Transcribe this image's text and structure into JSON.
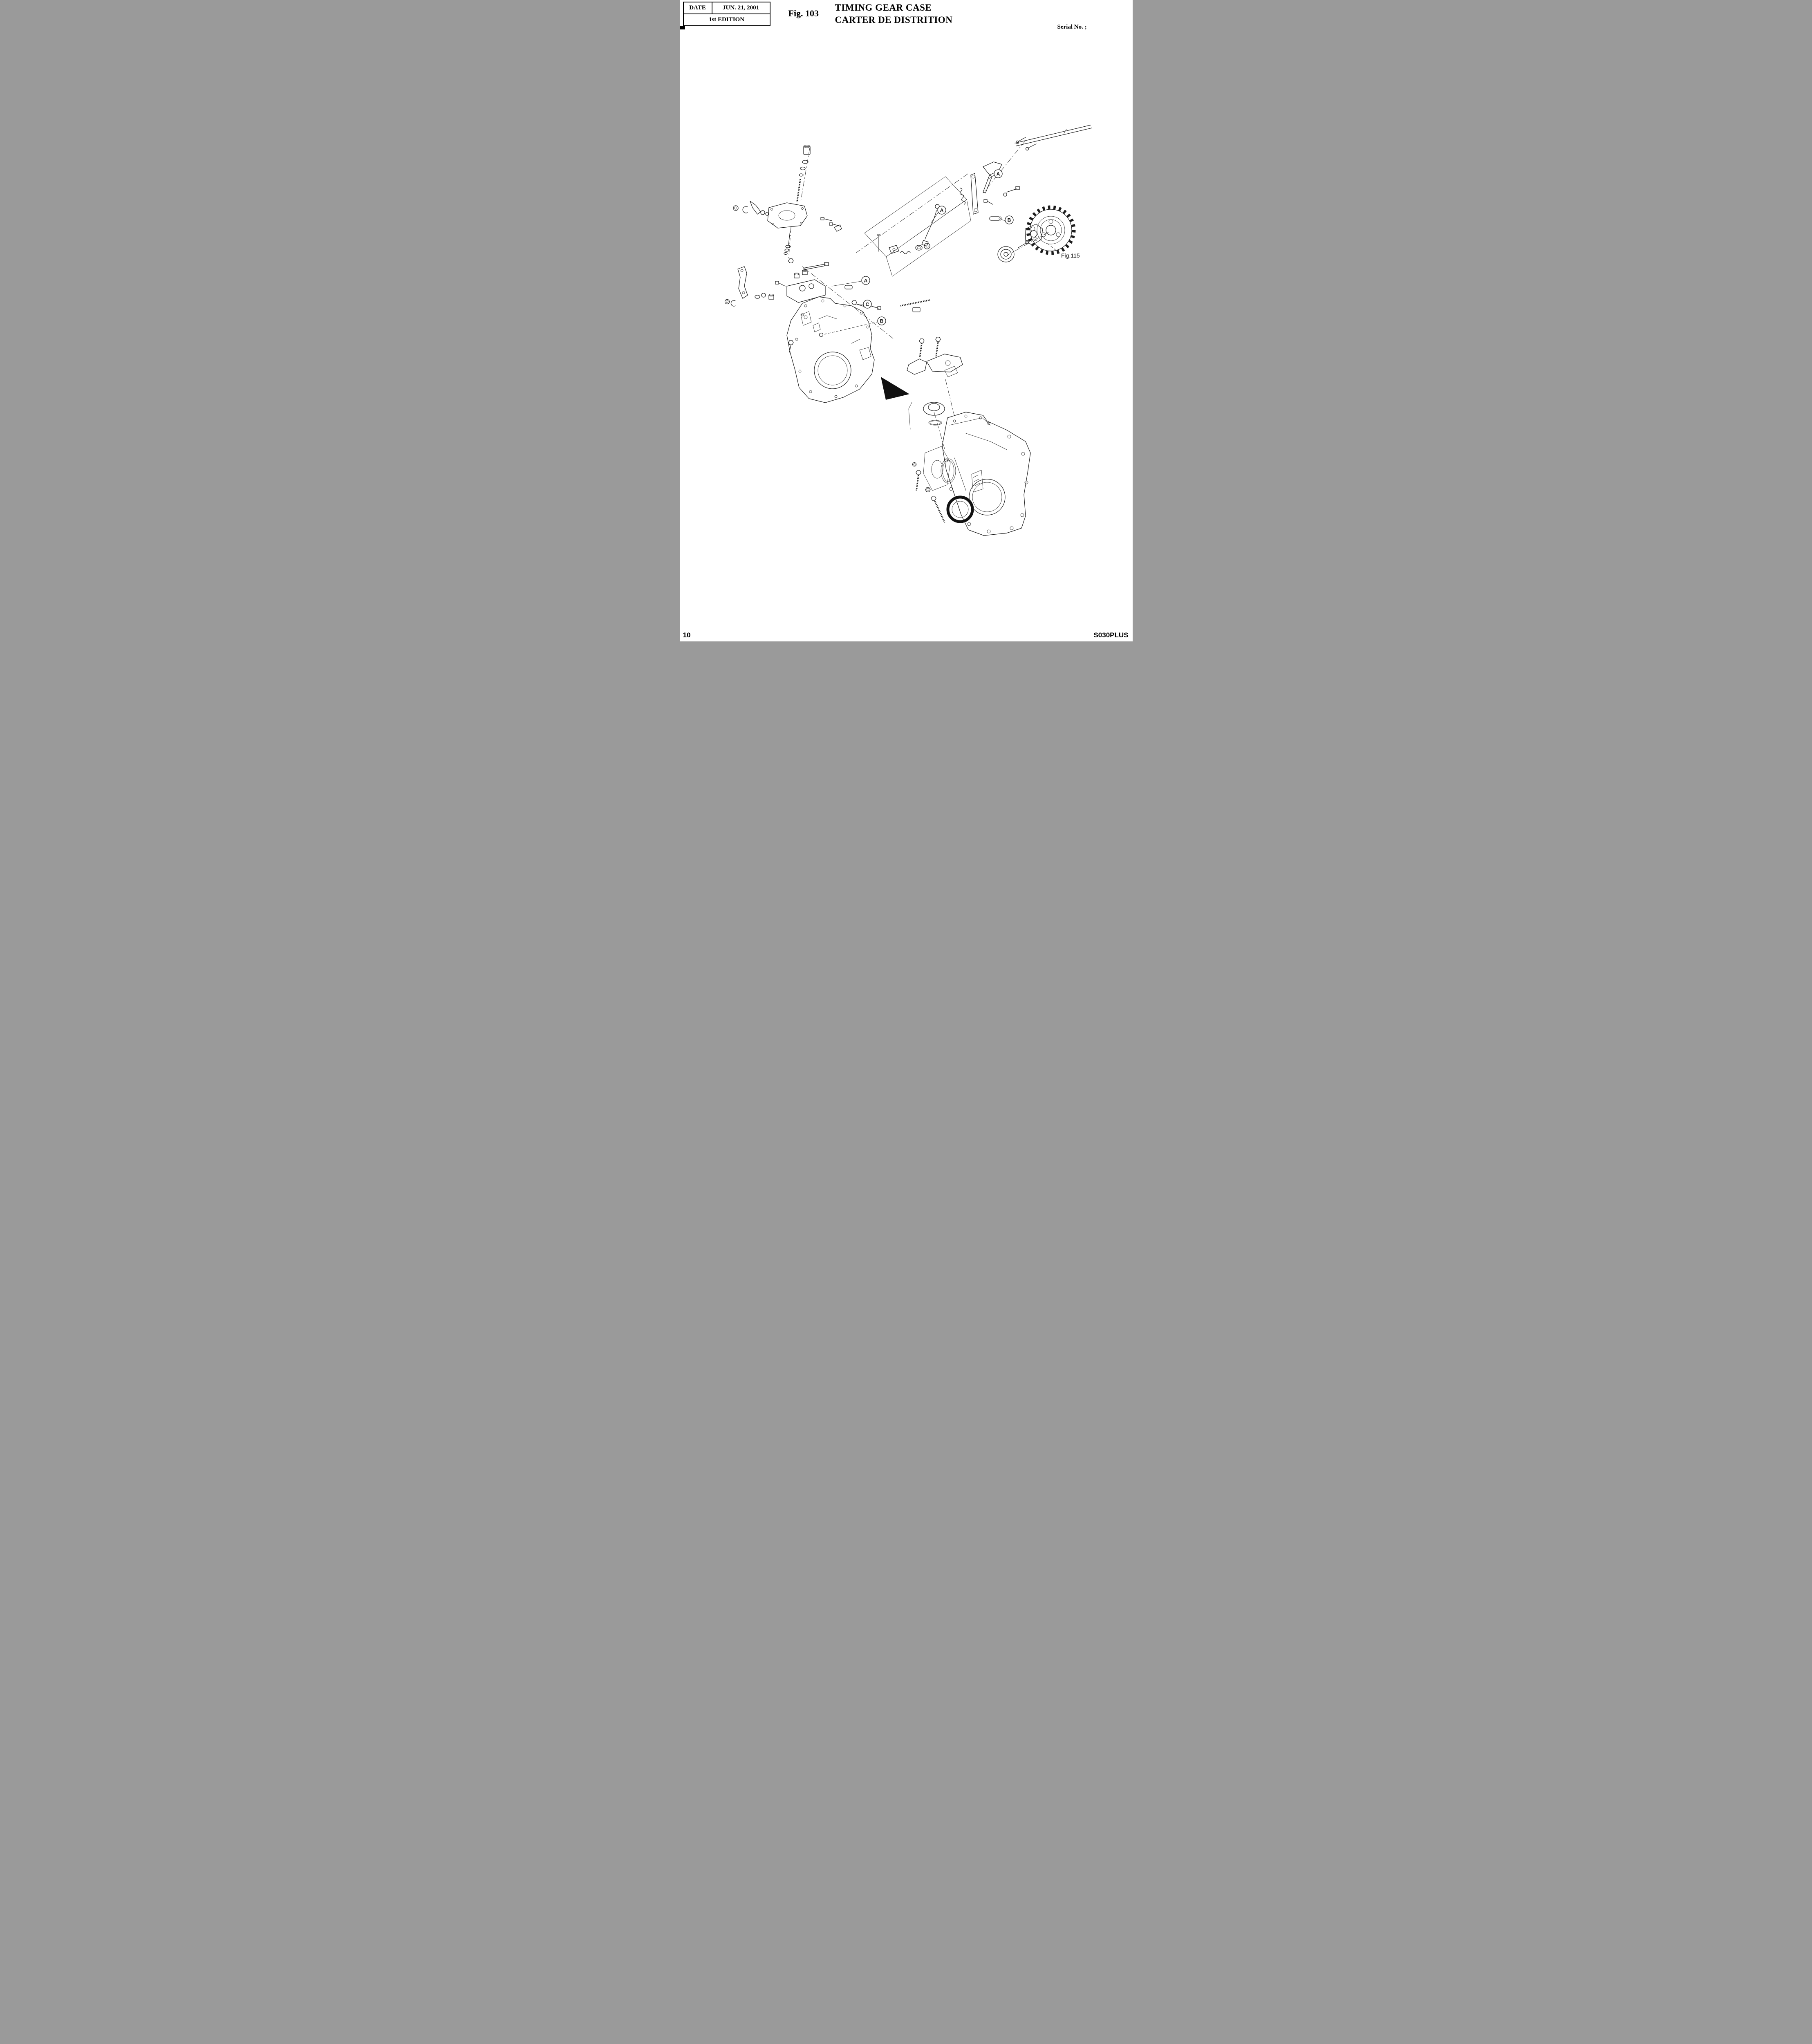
{
  "header": {
    "date_label": "DATE",
    "date_value": "JUN. 21, 2001",
    "edition": "1st EDITION",
    "fig_label": "Fig. 103",
    "title_line1": "TIMING GEAR CASE",
    "title_line2": "CARTER DE DISTRITION",
    "serial_label": "Serial No. ;"
  },
  "diagram": {
    "fig_ref": "Fig.115",
    "callouts": [
      {
        "label": "A"
      },
      {
        "label": "A"
      },
      {
        "label": "B"
      },
      {
        "label": "A"
      },
      {
        "label": "C"
      },
      {
        "label": "B"
      }
    ]
  },
  "footer": {
    "page_number": "10",
    "model_code": "S030PLUS"
  }
}
